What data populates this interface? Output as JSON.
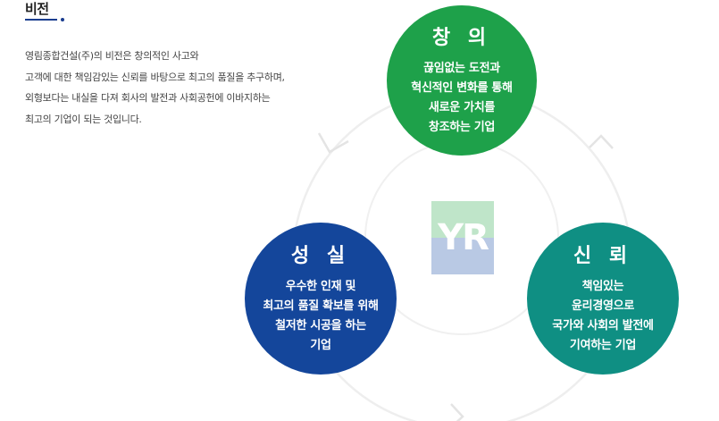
{
  "section": {
    "title": "비전"
  },
  "description": {
    "lines": [
      "영림종합건설(주)의 비전은 창의적인 사고와",
      "고객에 대한 책임감있는 신뢰를 바탕으로 최고의 품질을 추구하며,",
      "외형보다는 내실을 다져 회사의 발전과 사회공헌에 이바지하는",
      "최고의 기업이 되는 것입니다."
    ]
  },
  "logo": {
    "text": "YR"
  },
  "values": {
    "creativity": {
      "title": "창 의",
      "lines": [
        "끊임없는 도전과",
        "혁신적인 변화를 통해",
        "새로운 가치를",
        "창조하는 기업"
      ]
    },
    "sincerity": {
      "title": "성 실",
      "lines": [
        "우수한 인재 및",
        "최고의 품질 확보를 위해",
        "철저한 시공을 하는",
        "기업"
      ]
    },
    "trust": {
      "title": "신 뢰",
      "lines": [
        "책임있는",
        "윤리경영으로",
        "국가와 사회의 발전에",
        "기여하는 기업"
      ]
    }
  },
  "colors": {
    "creativity": "#1ea14a",
    "sincerity": "#14469b",
    "trust": "#0f8f83",
    "accent": "#1a3d8f"
  }
}
